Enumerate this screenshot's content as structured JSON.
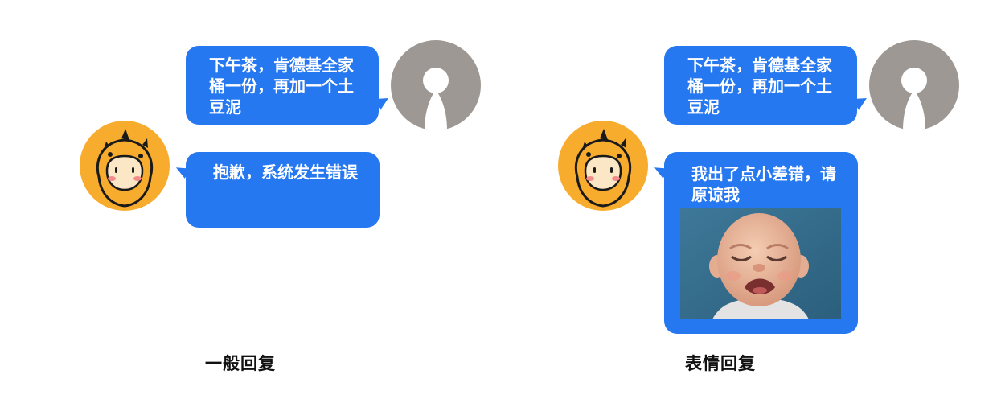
{
  "colors": {
    "bubble": "#2678f0",
    "bubble_text": "#ffffff",
    "user_avatar": "#9d9893",
    "bot_avatar": "#f8ac2e",
    "caption": "#111111"
  },
  "panels": [
    {
      "user_message": "下午茶，肯德基全家桶一份，再加一个土豆泥",
      "bot_message": "抱歉，系统发生错误",
      "caption": "一般回复"
    },
    {
      "user_message": "下午茶，肯德基全家桶一份，再加一个土豆泥",
      "bot_message": "我出了点小差错，请原谅我",
      "caption": "表情回复",
      "image": "crying-baby-photo"
    }
  ],
  "icons": {
    "user_avatar": "default-user-avatar-icon",
    "bot_avatar": "cartoon-dino-bot-avatar-icon"
  }
}
